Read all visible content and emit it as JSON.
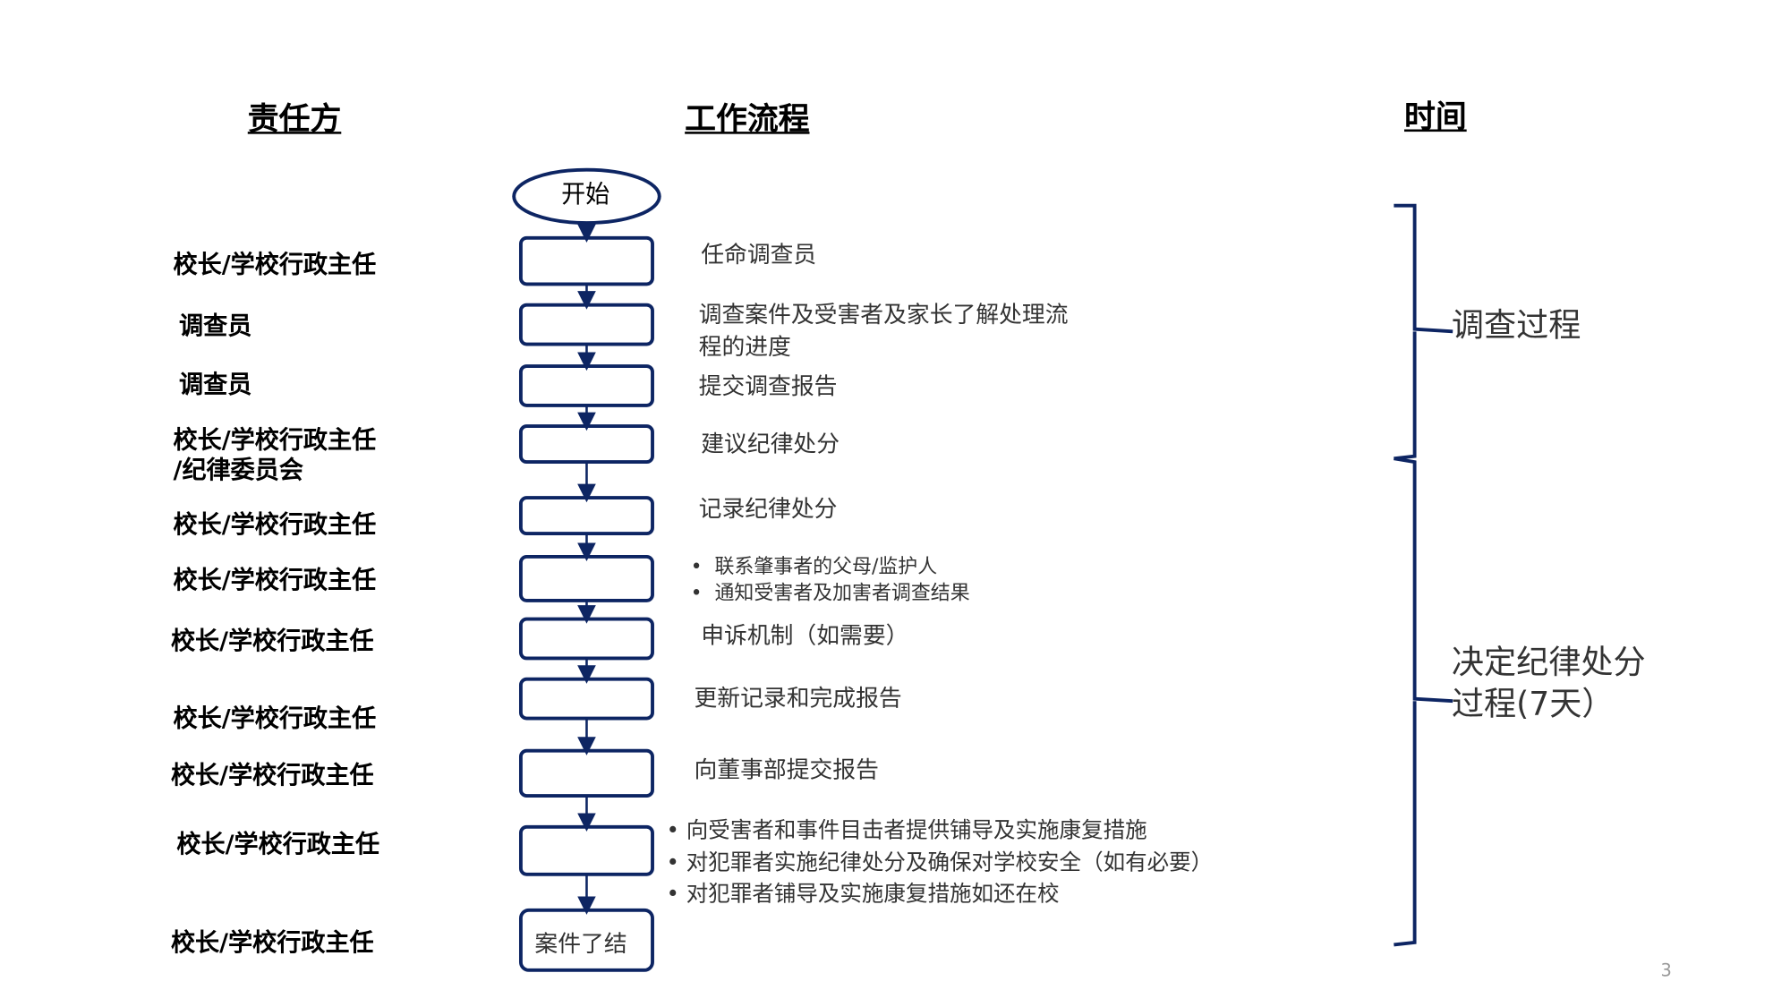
{
  "headers": {
    "responsible": "责任方",
    "workflow": "工作流程",
    "time": "时间"
  },
  "start_label": "开始",
  "end_label": "案件了结",
  "responsible": [
    "校长/学校行政主任",
    "调查员",
    "调查员",
    "校长/学校行政主任",
    "/纪律委员会",
    "校长/学校行政主任",
    "校长/学校行政主任",
    "校长/学校行政主任",
    "校长/学校行政主任",
    "校长/学校行政主任",
    "校长/学校行政主任",
    "校长/学校行政主任"
  ],
  "steps": {
    "s1": "任命调查员",
    "s2a": "调查案件及受害者及家长了解处理流",
    "s2b": "程的进度",
    "s3": "提交调查报告",
    "s4": "建议纪律处分",
    "s5": "记录纪律处分",
    "s6": [
      "联系肇事者的父母/监护人",
      "通知受害者及加害者调查结果"
    ],
    "s7": "申诉机制（如需要）",
    "s8": "更新记录和完成报告",
    "s9": "向董事部提交报告",
    "s10": [
      "向受害者和事件目击者提供铺导及实施康复措施",
      "对犯罪者实施纪律处分及确保对学校安全（如有必要）",
      "对犯罪者铺导及实施康复措施如还在校"
    ]
  },
  "phases": {
    "investigation": "调查过程",
    "decision_1": "决定纪律处分",
    "decision_2": "过程(7天）"
  },
  "bullet": "•",
  "page_number": "3",
  "colors": {
    "navy": "#0d2563",
    "text": "#333333"
  }
}
